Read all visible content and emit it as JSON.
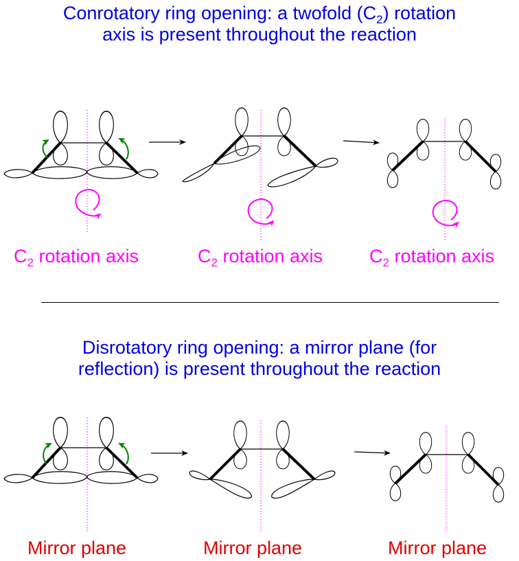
{
  "conrotatory": {
    "title_line1_a": "Conrotatory ring opening: a twofold (C",
    "title_line1_sub": "2",
    "title_line1_b": ") rotation",
    "title_line2": "axis is present throughout the reaction",
    "label_main": "C",
    "label_sub": "2",
    "label_rest": " rotation axis"
  },
  "disrotatory": {
    "title_line1": "Disrotatory ring opening: a mirror plane (for",
    "title_line2": "reflection) is present throughout the reaction",
    "label": "Mirror plane"
  },
  "colors": {
    "title": "#0000e0",
    "symmetry_element": "#ff00ff",
    "mirror_label": "#e00000",
    "rotation_arrow": "#008000"
  }
}
